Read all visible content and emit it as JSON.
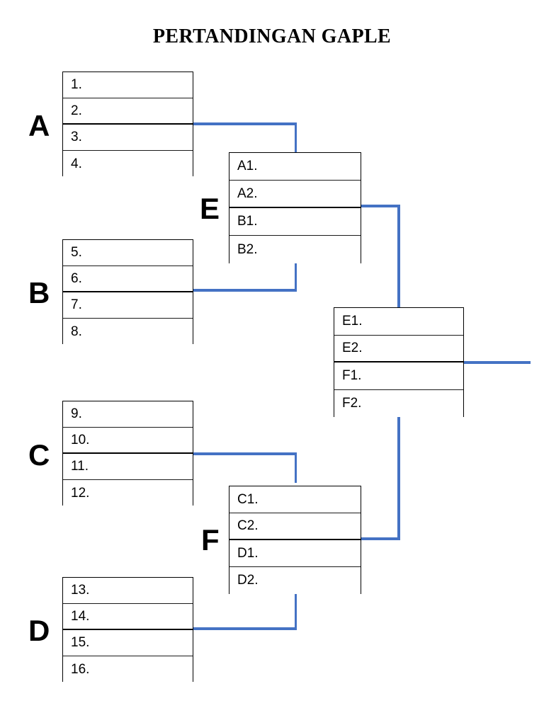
{
  "title": "PERTANDINGAN GAPLE",
  "accent_color": "#4472C4",
  "line_color": "#000000",
  "groups": [
    {
      "letter": "A",
      "entries": [
        "1.",
        "2.",
        "3.",
        "4."
      ]
    },
    {
      "letter": "B",
      "entries": [
        "5.",
        "6.",
        "7.",
        "8."
      ]
    },
    {
      "letter": "C",
      "entries": [
        "9.",
        "10.",
        "11.",
        "12."
      ]
    },
    {
      "letter": "D",
      "entries": [
        "13.",
        "14.",
        "15.",
        "16."
      ]
    }
  ],
  "semifinals": [
    {
      "letter": "E",
      "entries": [
        "A1.",
        "A2.",
        "B1.",
        "B2."
      ]
    },
    {
      "letter": "F",
      "entries": [
        "C1.",
        "C2.",
        "D1.",
        "D2."
      ]
    }
  ],
  "final": {
    "letter": "",
    "entries": [
      "E1.",
      "E2.",
      "F1.",
      "F2."
    ]
  }
}
